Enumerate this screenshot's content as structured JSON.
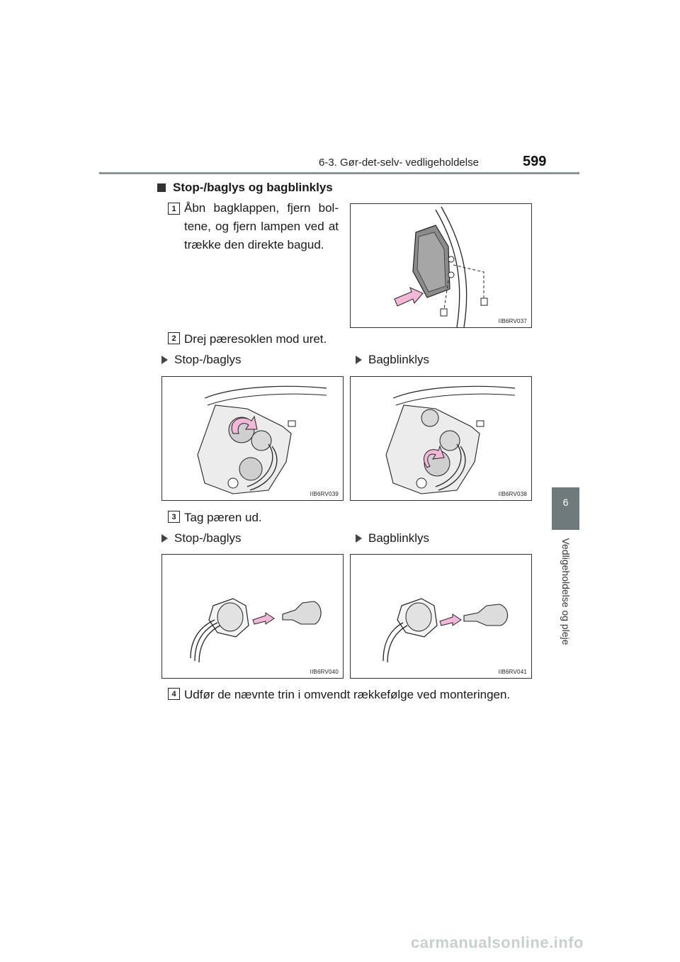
{
  "header": {
    "section": "6-3. Gør-det-selv- vedligeholdelse",
    "page_number": "599"
  },
  "side_tab": {
    "number": "6",
    "label": "Vedligeholdelse og pleje"
  },
  "heading": "Stop-/baglys og bagblinklys",
  "steps": [
    {
      "number": "1",
      "text": "Åbn bagklappen, fjern bol-tene, og fjern lampen ved at trække den direkte bagud."
    },
    {
      "number": "2",
      "text": "Drej pæresoklen mod uret."
    },
    {
      "number": "3",
      "text": "Tag pæren ud."
    },
    {
      "number": "4",
      "text": "Udfør de nævnte trin i omvendt rækkefølge ved monteringen."
    }
  ],
  "sub_labels": {
    "left": "Stop-/baglys",
    "right": "Bagblinklys"
  },
  "figures": {
    "fig1": "IIB6RV037",
    "fig2a": "IIB6RV039",
    "fig2b": "IIB6RV038",
    "fig3a": "IIB6RV040",
    "fig3b": "IIB6RV041"
  },
  "footer": "carmanualsonline.info",
  "colors": {
    "tab": "#6f7a7a",
    "rule": "#8a9494",
    "arrow": "#f3b8d8"
  }
}
